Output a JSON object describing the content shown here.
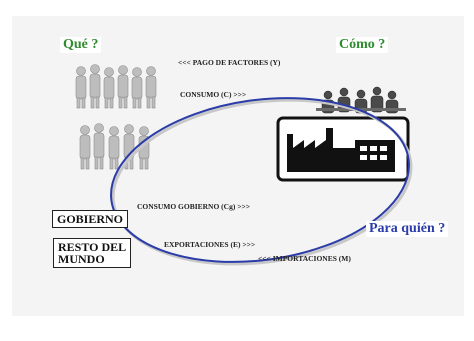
{
  "questions": {
    "que": "Qué ?",
    "como": "Cómo ?",
    "para_quien": "Para quién ?"
  },
  "flows": {
    "pago_factores": "<<< PAGO DE FACTORES (Y)",
    "consumo": "CONSUMO (C) >>>",
    "consumo_gobierno": "CONSUMO GOBIERNO (Cg) >>>",
    "exportaciones": "EXPORTACIONES (E) >>>",
    "importaciones": "<<< IMPORTACIONES (M)"
  },
  "boxes": {
    "gobierno": "GOBIERNO",
    "resto_del_mundo": "RESTO DEL\nMUNDO"
  },
  "icons": {
    "households": "people-group-icon",
    "firms": "factory-icon",
    "workers": "workers-group-icon"
  },
  "colors": {
    "question_green": "#2e8b2e",
    "question_blue": "#2b3ca8",
    "flow_ellipse": "#2b3ca8"
  }
}
